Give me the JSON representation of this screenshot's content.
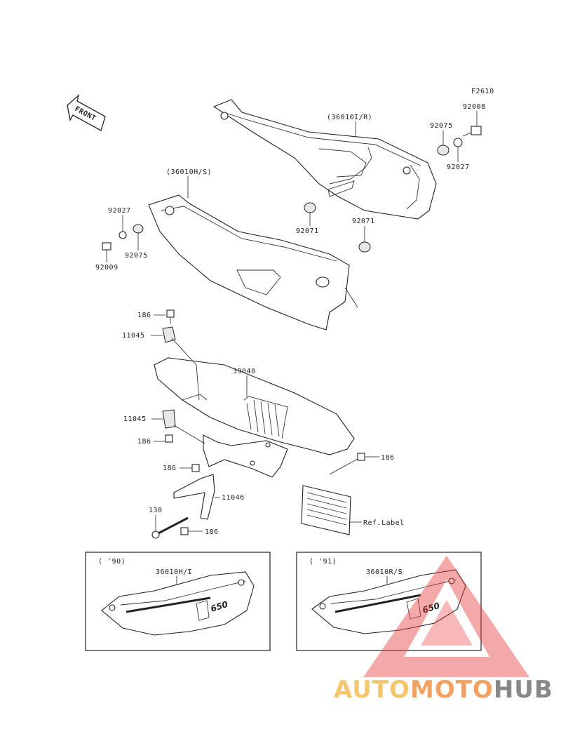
{
  "diagram": {
    "figure_code": "F2610",
    "front_label": "FRONT",
    "parts": {
      "p36010IR": "(36010I/R)",
      "p36010HS": "(36010H/S)",
      "p92008": "92008",
      "p92075_top": "92075",
      "p92027_top": "92027",
      "p92071_a": "92071",
      "p92071_b": "92071",
      "p92027_left": "92027",
      "p92075_left": "92075",
      "p92009": "92009",
      "p186_a": "186",
      "p11045_a": "11045",
      "p39040": "39040",
      "p11045_b": "11045",
      "p186_b": "186",
      "p186_c": "186",
      "p186_d": "186",
      "p11046": "11046",
      "p130": "130",
      "p186_e": "186",
      "ref_label": "Ref.Label"
    },
    "inset_90": {
      "year": "( '90)",
      "part": "36010H/I",
      "badge": "650"
    },
    "inset_91": {
      "year": "( '91)",
      "part": "36010R/S",
      "badge": "650"
    }
  },
  "watermark": {
    "text_auto": "AUTO",
    "text_moto": "MOTO",
    "text_hub": "HUB",
    "colors": {
      "auto": "#f5b94a",
      "moto": "#ee8a3c",
      "hub": "#6b6b6b",
      "triangle": "#e63b3b"
    }
  }
}
